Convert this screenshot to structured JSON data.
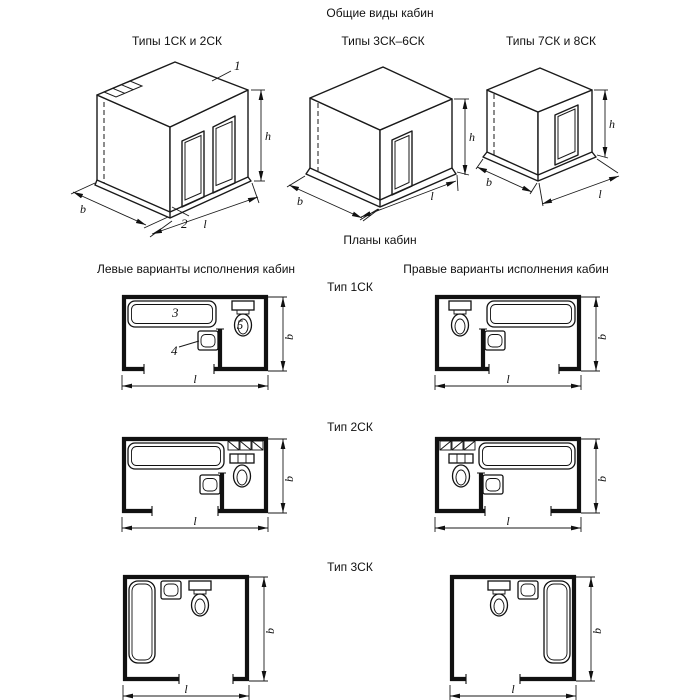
{
  "titles": {
    "general": "Общие виды кабин",
    "plans": "Планы кабин",
    "left_col": "Левые варианты исполнения кабин",
    "right_col": "Правые варианты исполнения кабин"
  },
  "cabin_views": [
    {
      "label": "Типы 1СК и 2СК"
    },
    {
      "label": "Типы 3СК–6СК"
    },
    {
      "label": "Типы 7СК и 8СК"
    }
  ],
  "plan_types": [
    {
      "label": "Тип 1СК"
    },
    {
      "label": "Тип 2СК"
    },
    {
      "label": "Тип 3СК"
    }
  ],
  "dims": {
    "h": "h",
    "b": "b",
    "l": "l"
  },
  "callouts": {
    "n1": "1",
    "n2": "2",
    "n3": "3",
    "n4": "4",
    "n5": "5"
  }
}
